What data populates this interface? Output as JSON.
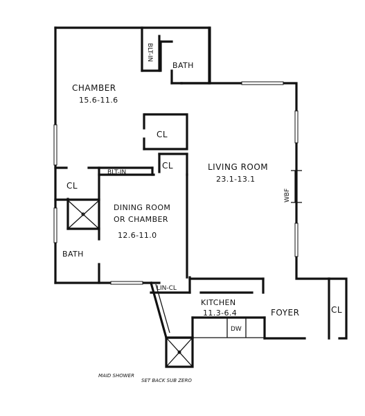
{
  "rooms": {
    "chamber": {
      "name": "CHAMBER",
      "dims": "15.6-11.6"
    },
    "living_room": {
      "name": "LIVING ROOM",
      "dims": "23.1-13.1"
    },
    "dining_room": {
      "line1": "DINING ROOM",
      "line2": "OR CHAMBER",
      "dims": "12.6-11.0"
    },
    "kitchen": {
      "name": "KITCHEN",
      "dims": "11.3-6.4"
    },
    "foyer": {
      "name": "FOYER"
    },
    "bath_top": {
      "name": "BATH"
    },
    "bath_left": {
      "name": "BATH"
    }
  },
  "closets": {
    "blt_in_top": "BLT-IN",
    "cl_upper": "CL",
    "cl_lower": "CL",
    "cl_left": "CL",
    "blt_in_mid": "BLT-IN",
    "lin_cl": "LIN-CL",
    "cl_right": "CL"
  },
  "fixtures": {
    "wbf": "WBF",
    "dw": "DW"
  },
  "notes": {
    "line1": "MAID SHOWER",
    "line2": "SET BACK SUB ZERO"
  }
}
